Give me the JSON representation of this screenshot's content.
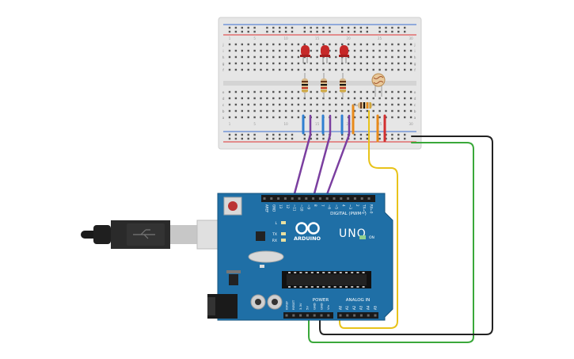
{
  "circuit": {
    "board_name": "UNO",
    "board_brand": "ARDUINO",
    "header_digital": "DIGITAL (PWM~)",
    "header_power": "POWER",
    "header_analog": "ANALOG IN",
    "label_on": "ON",
    "label_l": "L",
    "label_tx": "TX",
    "label_rx": "RX",
    "digital_pins": [
      "AREF",
      "GND",
      "13",
      "12",
      "~11",
      "~10",
      "~9",
      "8",
      "7",
      "~6",
      "~5",
      "4",
      "~3",
      "2",
      "TX→1",
      "RX←0"
    ],
    "power_pins": [
      "IOREF",
      "RESET",
      "3.3V",
      "5V",
      "GND",
      "GND",
      "Vin"
    ],
    "analog_pins": [
      "A0",
      "A1",
      "A2",
      "A3",
      "A4",
      "A5"
    ],
    "breadboard_row_letters_top": [
      "j",
      "i",
      "h",
      "g",
      "f"
    ],
    "breadboard_row_letters_bottom": [
      "e",
      "d",
      "c",
      "b",
      "a"
    ],
    "breadboard_column_numbers": [
      "1",
      "5",
      "10",
      "15",
      "20",
      "25",
      "30"
    ],
    "components": {
      "leds": 3,
      "led_resistors": 3,
      "photoresistor": 1,
      "pulldown_resistor": 1
    },
    "colors": {
      "board": "#1f6fa6",
      "breadboard": "#e6e6e6",
      "wire_purple": "#7b3fa0",
      "wire_yellow": "#e8c31a",
      "wire_green": "#3aa83a",
      "wire_black": "#222222",
      "wire_blue": "#2f7fd1",
      "wire_orange": "#e88a1a",
      "wire_red": "#d32f2f",
      "led": "#c62828"
    }
  }
}
